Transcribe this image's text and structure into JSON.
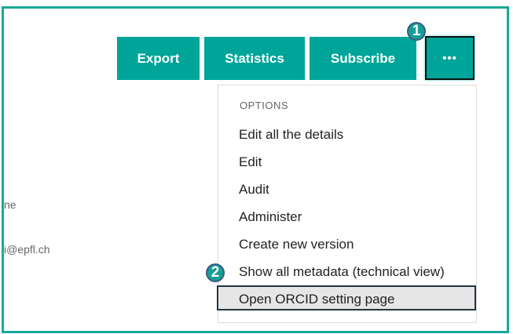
{
  "toolbar": {
    "export": "Export",
    "statistics": "Statistics",
    "subscribe": "Subscribe",
    "more": "•••"
  },
  "menu": {
    "header": "OPTIONS",
    "items": [
      "Edit all the details",
      "Edit",
      "Audit",
      "Administer",
      "Create new version",
      "Show all metadata (technical view)"
    ],
    "highlighted": "Open ORCID setting page"
  },
  "badges": [
    "1",
    "2"
  ],
  "side": {
    "line1": "ne",
    "line2": "i@epfl.ch"
  },
  "colors": {
    "accent": "#00a599",
    "frame": "#17a99b"
  }
}
